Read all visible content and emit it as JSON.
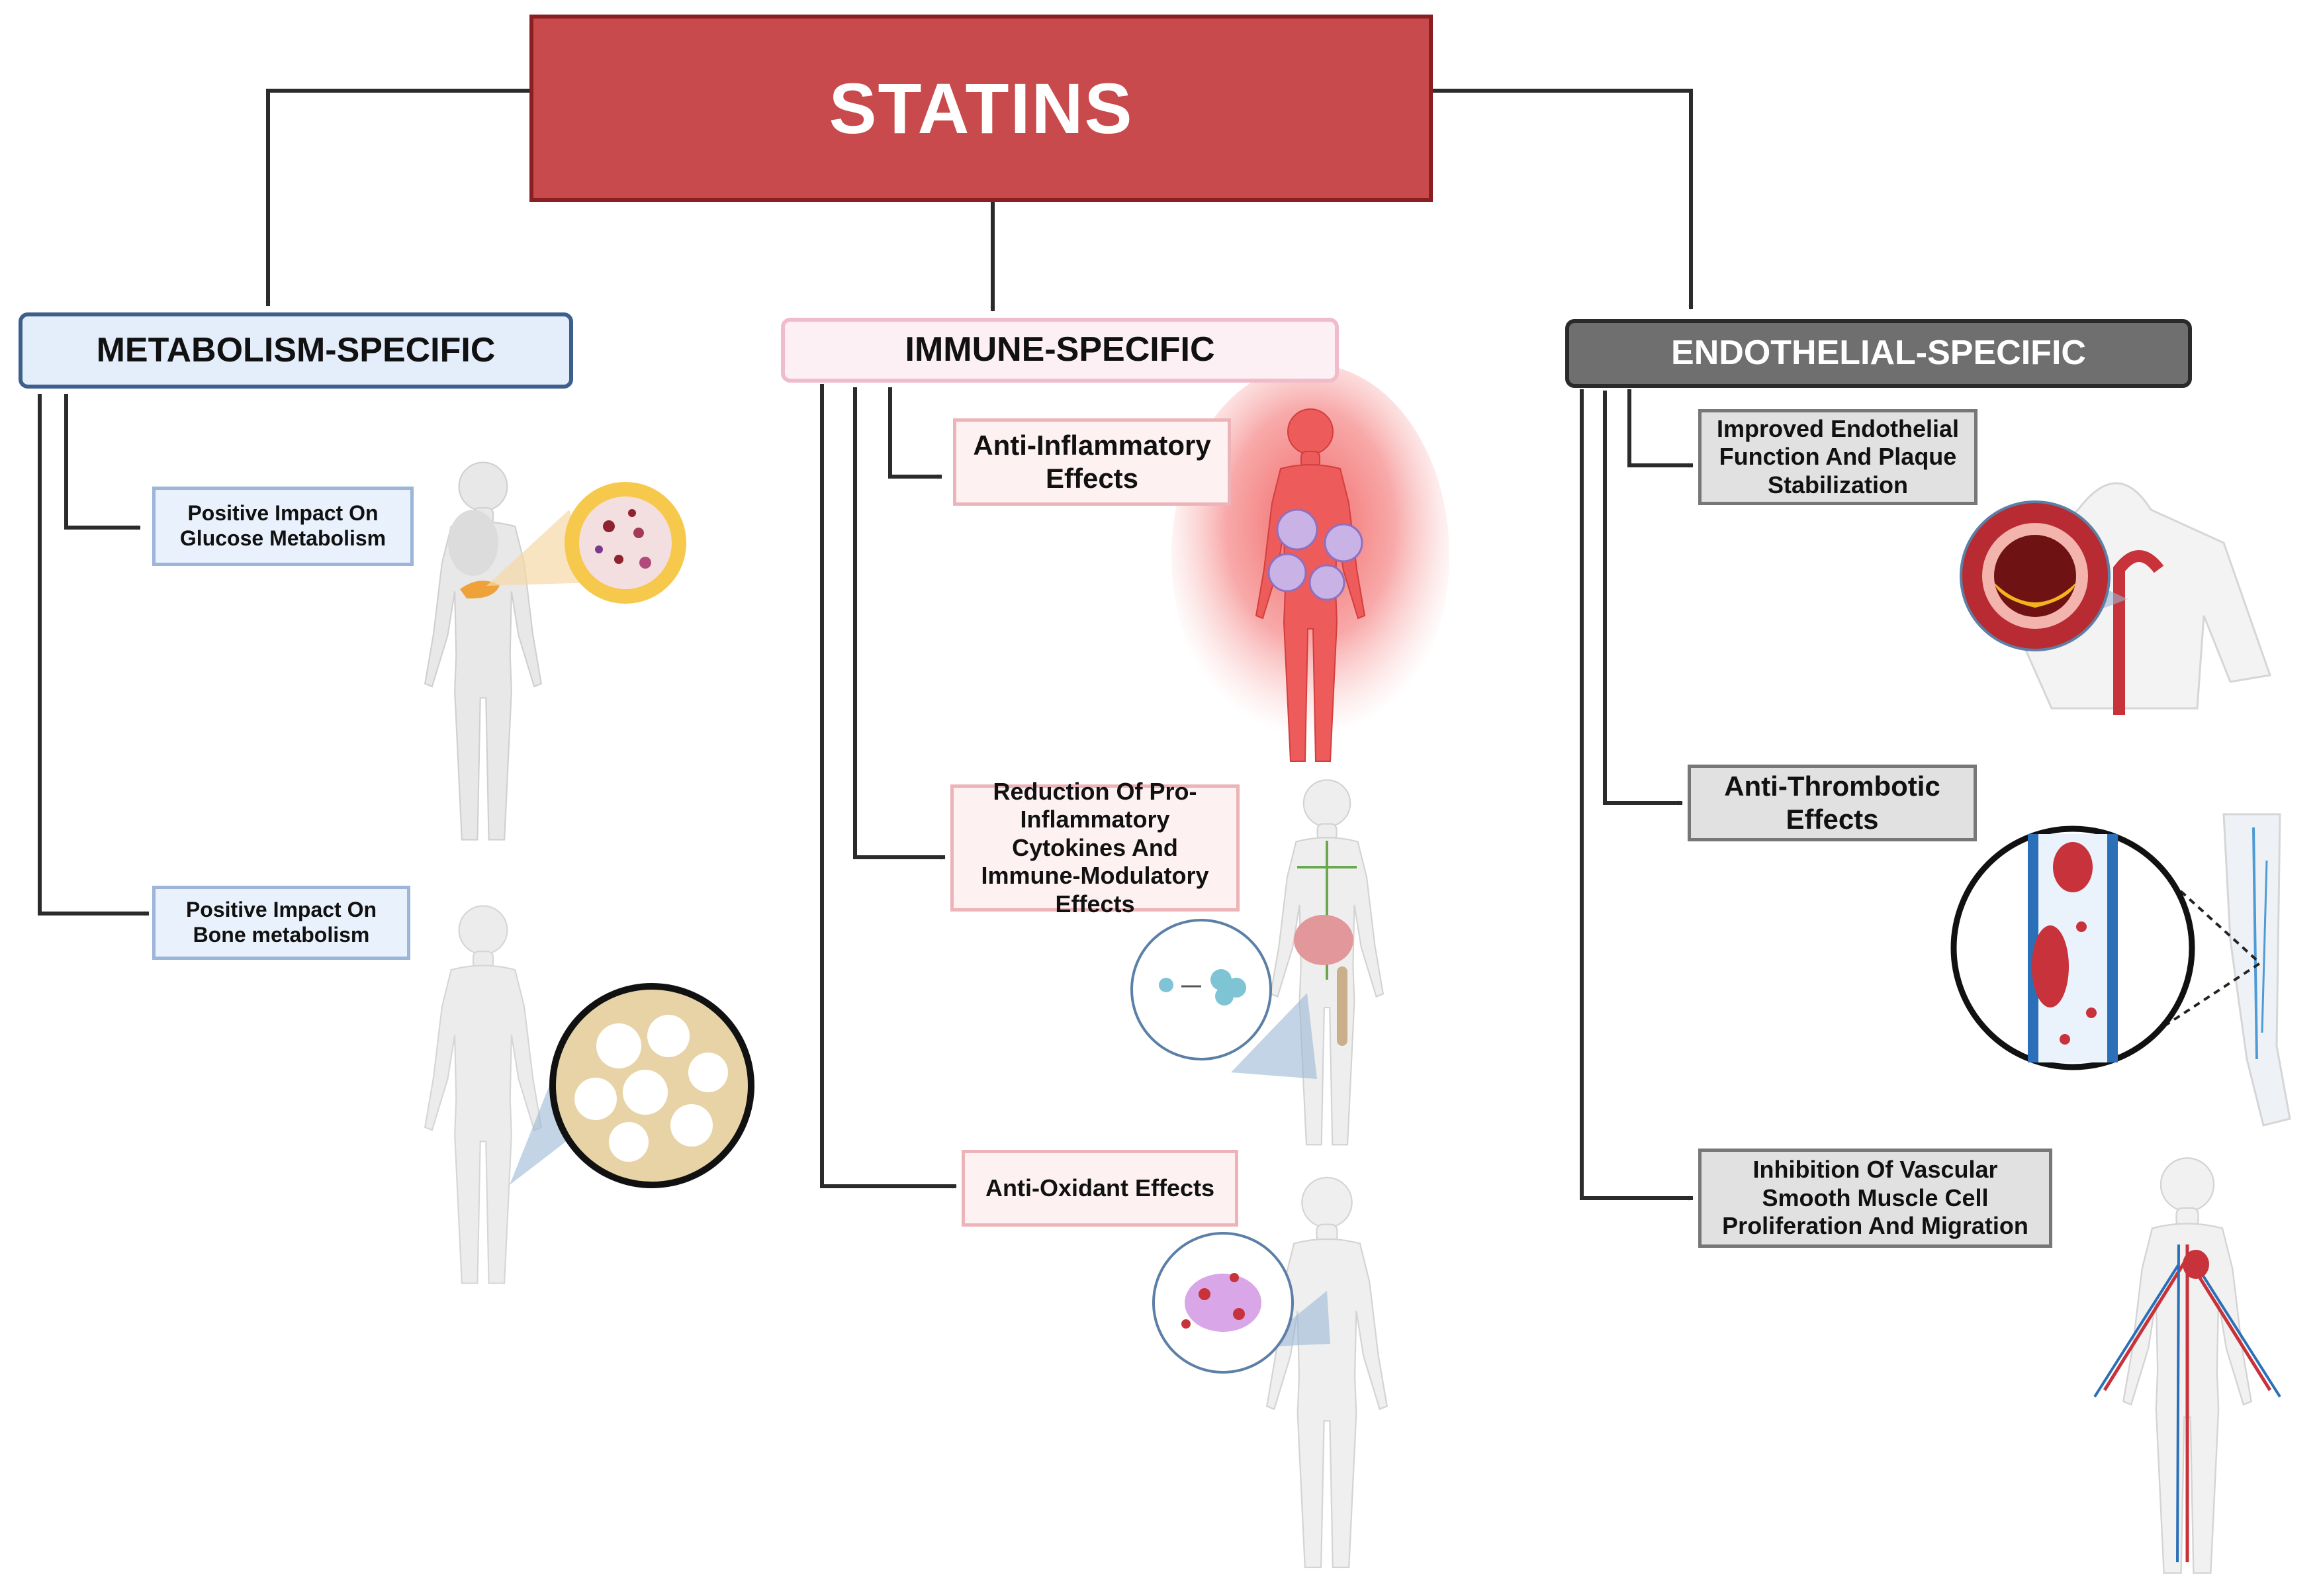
{
  "title": "STATINS",
  "categories": {
    "metabolism": {
      "label": "METABOLISM-SPECIFIC",
      "effects": [
        "Positive Impact On Glucose Metabolism",
        "Positive Impact On Bone metabolism"
      ]
    },
    "immune": {
      "label": "IMMUNE-SPECIFIC",
      "effects": [
        "Anti-Inflammatory Effects",
        "Reduction Of Pro-Inflammatory Cytokines And Immune-Modulatory Effects",
        "Anti-Oxidant Effects"
      ]
    },
    "endothelial": {
      "label": "ENDOTHELIAL-SPECIFIC",
      "effects": [
        "Improved Endothelial Function And Plaque Stabilization",
        "Anti-Thrombotic Effects",
        "Inhibition Of Vascular Smooth Muscle Cell Proliferation And Migration"
      ]
    }
  },
  "colors": {
    "title_fill": "#c94a4c",
    "metabolism_fill": "#e4eefb",
    "immune_fill": "#fdf0f4",
    "endothelial_fill": "#6f6f6f",
    "inflammation_glow": "#f05a5a",
    "vessel_red": "#c8323a",
    "vein_blue": "#2a6fb8"
  },
  "icons": [
    "female-body-pancreas-icon",
    "adipose-tissue-icon",
    "male-body-bone-icon",
    "trabecular-bone-icon",
    "inflamed-body-icon",
    "immune-cells-icon",
    "lymphatic-system-icon",
    "cell-proliferation-icon",
    "body-oxidative-icon",
    "reactive-oxygen-icon",
    "torso-aorta-icon",
    "plaque-artery-icon",
    "leg-veins-icon",
    "thrombus-vessel-icon",
    "circulatory-system-icon"
  ]
}
